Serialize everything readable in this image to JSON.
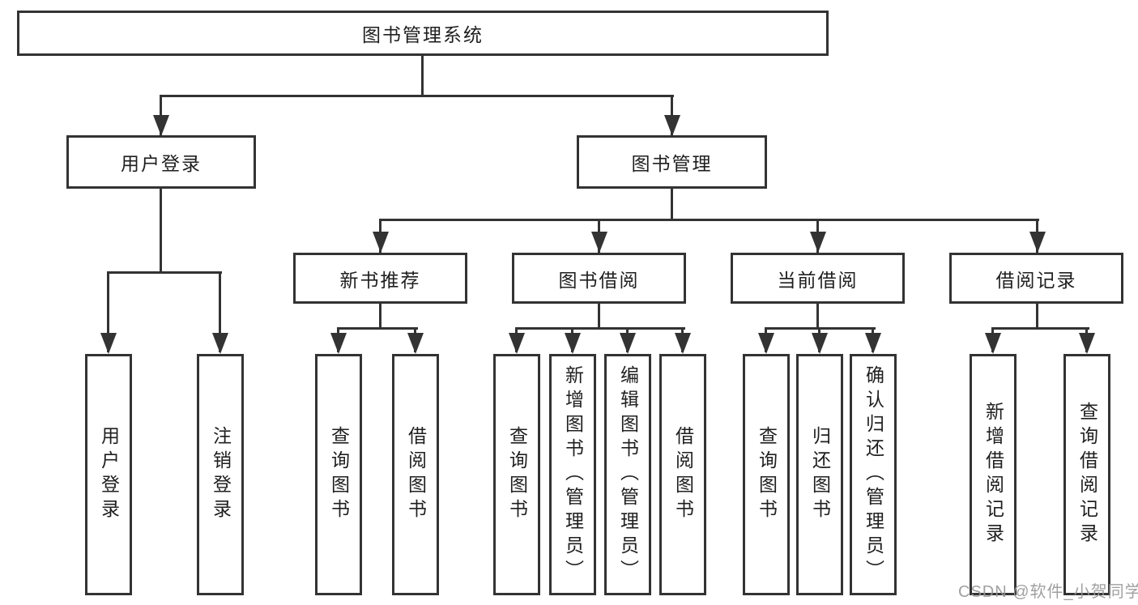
{
  "diagram": {
    "type": "hierarchy-tree",
    "title": "图书管理系统",
    "watermark": "CSDN @软件_小贺同学",
    "colors": {
      "line": "#333333",
      "box_border": "#333333",
      "box_fill": "#ffffff",
      "text": "#1f1f1f",
      "watermark": "#989898",
      "background": "#ffffff"
    },
    "nodes": {
      "root": {
        "label": "图书管理系统"
      },
      "user_login": {
        "label": "用户登录"
      },
      "book_mgmt": {
        "label": "图书管理"
      },
      "new_book_rec": {
        "label": "新书推荐"
      },
      "book_borrow": {
        "label": "图书借阅"
      },
      "current_borrow": {
        "label": "当前借阅"
      },
      "borrow_records": {
        "label": "借阅记录"
      },
      "leaf_user_login": {
        "label": "用户登录"
      },
      "leaf_logout": {
        "label": "注销登录"
      },
      "leaf_nbr_query": {
        "label": "查询图书"
      },
      "leaf_nbr_borrow": {
        "label": "借阅图书"
      },
      "leaf_bb_query": {
        "label": "查询图书"
      },
      "leaf_bb_add": {
        "label": "新增图书（管理员）"
      },
      "leaf_bb_edit": {
        "label": "编辑图书（管理员）"
      },
      "leaf_bb_borrow": {
        "label": "借阅图书"
      },
      "leaf_cb_query": {
        "label": "查询图书"
      },
      "leaf_cb_return": {
        "label": "归还图书"
      },
      "leaf_cb_confirm": {
        "label": "确认归还（管理员）"
      },
      "leaf_br_add": {
        "label": "新增借阅记录"
      },
      "leaf_br_query": {
        "label": "查询借阅记录"
      }
    },
    "edges": [
      "root>user_login",
      "root>book_mgmt",
      "user_login>leaf_user_login",
      "user_login>leaf_logout",
      "book_mgmt>new_book_rec",
      "book_mgmt>book_borrow",
      "book_mgmt>current_borrow",
      "book_mgmt>borrow_records",
      "new_book_rec>leaf_nbr_query",
      "new_book_rec>leaf_nbr_borrow",
      "book_borrow>leaf_bb_query",
      "book_borrow>leaf_bb_add",
      "book_borrow>leaf_bb_edit",
      "book_borrow>leaf_bb_borrow",
      "current_borrow>leaf_cb_query",
      "current_borrow>leaf_cb_return",
      "current_borrow>leaf_cb_confirm",
      "borrow_records>leaf_br_add",
      "borrow_records>leaf_br_query"
    ]
  }
}
